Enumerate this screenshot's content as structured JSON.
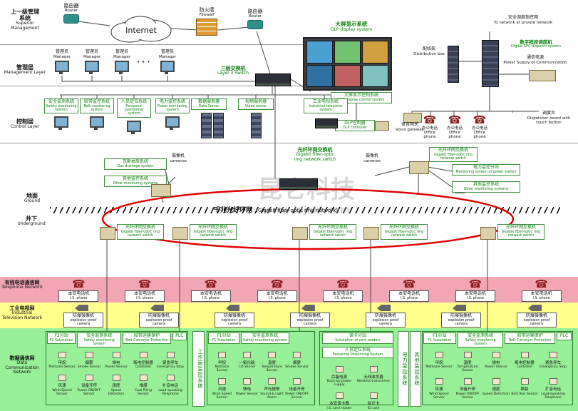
{
  "colors": {
    "ring_red": "#e00000",
    "band_pink": "#f2a6b4",
    "band_yellow": "#ffff8c",
    "band_green": "#97ef97",
    "label_green": "#067f06"
  },
  "watermark": {
    "line1": "昆仑科技",
    "line2": "www.kljskj.com"
  },
  "layers": {
    "superior": {
      "zh1": "上一级管理",
      "zh2": "系统",
      "en": "Superior Management"
    },
    "management": {
      "zh": "管理层",
      "en": "Management Layer"
    },
    "control": {
      "zh": "控制层",
      "en": "Control Layer"
    },
    "ground": {
      "zh": "地面",
      "en": "Ground"
    },
    "underground": {
      "zh": "井下",
      "en": "Underground"
    },
    "telephone": {
      "zh": "有线电话通信网",
      "en": "Telephone Network"
    },
    "tv": {
      "zh": "工业电视网",
      "en": "Industrial Television Network"
    },
    "data": {
      "zh": "数据通信网",
      "en": "Data Communication Network"
    }
  },
  "top": {
    "router1": {
      "zh": "路由器",
      "en": "Router"
    },
    "internet": "Internet",
    "firewall": {
      "zh": "防火墙",
      "en": "Firewall"
    },
    "router2": {
      "zh": "路由器",
      "en": "Router"
    }
  },
  "management": {
    "managers": [
      {
        "zh": "管理员",
        "en": "Manager"
      },
      {
        "zh": "管理员",
        "en": "Manager"
      },
      {
        "zh": "管理员",
        "en": "Manager"
      },
      {
        "zh": "管理员",
        "en": "Manager"
      }
    ],
    "dots": "· · ·",
    "l3_switch": {
      "zh": "三层交换机",
      "en": "Layer 3 Switch"
    }
  },
  "dlp": {
    "title": {
      "zh": "大屏显示系统",
      "en": "DLP display system"
    },
    "control": {
      "zh": "大屏显示控制系统",
      "en": "DLP display control system"
    },
    "controller": {
      "zh": "DLP控制器",
      "en": "DLP controller"
    }
  },
  "control_layer": {
    "stations": [
      {
        "zh": "安全监测系统",
        "en": "Safety monitoring system"
      },
      {
        "zh": "胶带监控系统",
        "en": "Belt monitoring system"
      },
      {
        "zh": "人员定位系统",
        "en": "Personnel positioning system"
      },
      {
        "zh": "电力监控系统",
        "en": "Power monitoring system"
      }
    ],
    "data_server": {
      "zh": "数据服务器",
      "en": "Data Server"
    },
    "video_server": {
      "zh": "视频服务器",
      "en": "Video server"
    },
    "industrial_tv": {
      "zh": "工业电视系统",
      "en": "Industrial television system"
    }
  },
  "dispatch": {
    "note_zh": "安全调度指挥网",
    "note_en": "To network at private network",
    "distribution": {
      "zh": "配线架",
      "en": "Distribution box"
    },
    "spc": {
      "zh": "数字程控调度机",
      "en": "Digital SPC dispatch system"
    },
    "power": {
      "zh": "通信电源",
      "en": "Power Supply of Communication"
    },
    "voice_gateway": {
      "zh": "录音网关",
      "en": "Voice gateway"
    },
    "office_phones": [
      {
        "zh": "办公电话",
        "en": "Office phone"
      },
      {
        "zh": "办公电话",
        "en": "Office phone"
      },
      {
        "zh": "办公电话",
        "en": "Office phone"
      }
    ],
    "dispatcher": {
      "zh": "调度台",
      "en": "Dispatcher board with touch button"
    }
  },
  "mid": {
    "fiber_switch": {
      "zh": "光纤环网交换机",
      "en1": "Gigabit fiber-optic",
      "en2": "ring network switch"
    },
    "ring_label": {
      "zh": "千兆光纤环网",
      "en": "(Gigabit fiber-optic ring network)"
    },
    "gas": {
      "zh": "瓦斯抽放系统",
      "en": "Gas drainage system"
    },
    "other_left": {
      "zh": "其他监控系统",
      "en": "Other monitoring systems"
    },
    "camera_left": {
      "zh": "摄像机",
      "en": "cameras"
    },
    "camera_right": {
      "zh": "摄像机",
      "en": "cameras"
    },
    "right_switch": {
      "zh": "光纤环网交换机",
      "en": "Gigabit fiber-optic ring network switch"
    },
    "power_station": {
      "zh": "电力监控分站",
      "en": "Monitoring system of power station"
    },
    "other_right": {
      "zh": "其他监控系统",
      "en": "Other monitoring systems"
    }
  },
  "ring": {
    "switches": [
      {
        "zh": "光纤环网交换机",
        "en": "Gigabit fiber-optic ring network switch"
      },
      {
        "zh": "光纤环网交换机",
        "en": "Gigabit fiber-optic ring network switch"
      },
      {
        "zh": "光纤环网交换机",
        "en": "Gigabit fiber-optic ring network switch"
      },
      {
        "zh": "光纤环网交换机",
        "en": "Gigabit fiber-optic ring network switch"
      },
      {
        "zh": "光纤环网交换机",
        "en": "Gigabit fiber-optic ring network switch"
      }
    ]
  },
  "phone_band": {
    "items": [
      {
        "zh": "本安电话机",
        "en": "I.S. phone"
      },
      {
        "zh": "本安电话机",
        "en": "I.S. phone"
      },
      {
        "zh": "本安电话机",
        "en": "I.S. phone"
      },
      {
        "zh": "本安电话机",
        "en": "I.S. phone"
      },
      {
        "zh": "本安电话机",
        "en": "I.S. phone"
      },
      {
        "zh": "本安电话机",
        "en": "I.S. phone"
      },
      {
        "zh": "本安电话机",
        "en": "I.S. phone"
      },
      {
        "zh": "本安电话机",
        "en": "I.S. phone"
      }
    ]
  },
  "tv_band": {
    "items": [
      {
        "zh": "防爆摄像机",
        "en": "explosion proof camera"
      },
      {
        "zh": "防爆摄像机",
        "en": "explosion proof camera"
      },
      {
        "zh": "防爆摄像机",
        "en": "explosion proof camera"
      },
      {
        "zh": "防爆摄像机",
        "en": "explosion proof camera"
      },
      {
        "zh": "防爆摄像机",
        "en": "explosion proof camera"
      },
      {
        "zh": "防爆摄像机",
        "en": "explosion proof camera"
      },
      {
        "zh": "防爆摄像机",
        "en": "explosion proof camera"
      }
    ]
  },
  "green": {
    "v1": "工作面监控系统",
    "v2": "电力监控系统",
    "v3": "其他监控系统",
    "p1": {
      "title": {
        "zh": "F2分站",
        "en": "F2 Substation"
      },
      "safety": {
        "zh": "安全监测系统",
        "en": "Safety monitoring system"
      },
      "belt": {
        "zh": "胶带运输保护",
        "en": "Belt Conveyor Protection"
      },
      "plc": "PLC",
      "sensors": [
        {
          "zh": "甲烷",
          "en": "Methane Sensor"
        },
        {
          "zh": "烟雾",
          "en": "Smoke Sensor"
        },
        {
          "zh": "馈电",
          "en": "Power Sensor"
        },
        {
          "zh": "断电控制器",
          "en": "Controller"
        },
        {
          "zh": "紧急停车",
          "en": "Emergency Stop"
        },
        {
          "zh": "风速",
          "en": "Wind Speed Sensor"
        },
        {
          "zh": "设备开停",
          "en": "Power ON/OFF Sensor"
        },
        {
          "zh": "速度",
          "en": "Speed Detection"
        },
        {
          "zh": "堆煤",
          "en": "Coal Piling Sensor"
        },
        {
          "zh": "扩音电话",
          "en": "Loud-speaking Telephone"
        }
      ]
    },
    "p2": {
      "title": {
        "zh": "F1分站",
        "en": "F1 Substation"
      },
      "safety": {
        "zh": "安全监测系统",
        "en": "Safety monitoring system"
      },
      "sensors": [
        {
          "zh": "甲烷",
          "en": "Methane Sensor"
        },
        {
          "zh": "一氧化碳",
          "en": "CO Sensor"
        },
        {
          "zh": "温度",
          "en": "Temperature Sensor"
        },
        {
          "zh": "烟雾",
          "en": "Smoke Sensor"
        },
        {
          "zh": "风速",
          "en": "Wind Speed Sensor"
        },
        {
          "zh": "馈电",
          "en": "Power Sensor"
        },
        {
          "zh": "声光报警",
          "en": "Sound & Light Alarm"
        },
        {
          "zh": "设备开停",
          "en": "Power ON/OFF Sensor"
        }
      ]
    },
    "p3": {
      "reader": {
        "zh": "读卡分站",
        "en": "Substation of card readers"
      },
      "positioning": {
        "zh": "人员定位系统",
        "en": "Personnel Positioning System"
      },
      "items": [
        {
          "zh": "后备电源",
          "en": "Back-up power supply"
        },
        {
          "zh": "无线收发器",
          "en": "Wireless transceiver"
        },
        {
          "zh": "本安读卡器",
          "en": "I.S. card reader"
        },
        {
          "zh": "标识卡",
          "en": "ID card"
        }
      ]
    },
    "p4": {
      "title": {
        "zh": "F1分站",
        "en": "F1 Substation"
      },
      "safety": {
        "zh": "安全监测系统",
        "en": "Safety monitoring system"
      },
      "belt": {
        "zh": "胶带运输保护",
        "en": "Belt Conveyor Protection"
      },
      "plc": "PLC",
      "sensors": [
        {
          "zh": "甲烷",
          "en": "Methane Sensor"
        },
        {
          "zh": "温度",
          "en": "Temperature Sensor"
        },
        {
          "zh": "馈电",
          "en": "Power Sensor"
        },
        {
          "zh": "断电控制器",
          "en": "Controller"
        },
        {
          "zh": "紧急停车",
          "en": "Emergency Stop"
        },
        {
          "zh": "风速",
          "en": "Wind Speed Sensor"
        },
        {
          "zh": "设备开停",
          "en": "Power ON/OFF Sensor"
        },
        {
          "zh": "速度",
          "en": "Speed Detection"
        },
        {
          "zh": "撕裂",
          "en": "Belt Tear Sensor"
        },
        {
          "zh": "扩音电话",
          "en": "Loud-speaking Telephone"
        }
      ]
    }
  }
}
